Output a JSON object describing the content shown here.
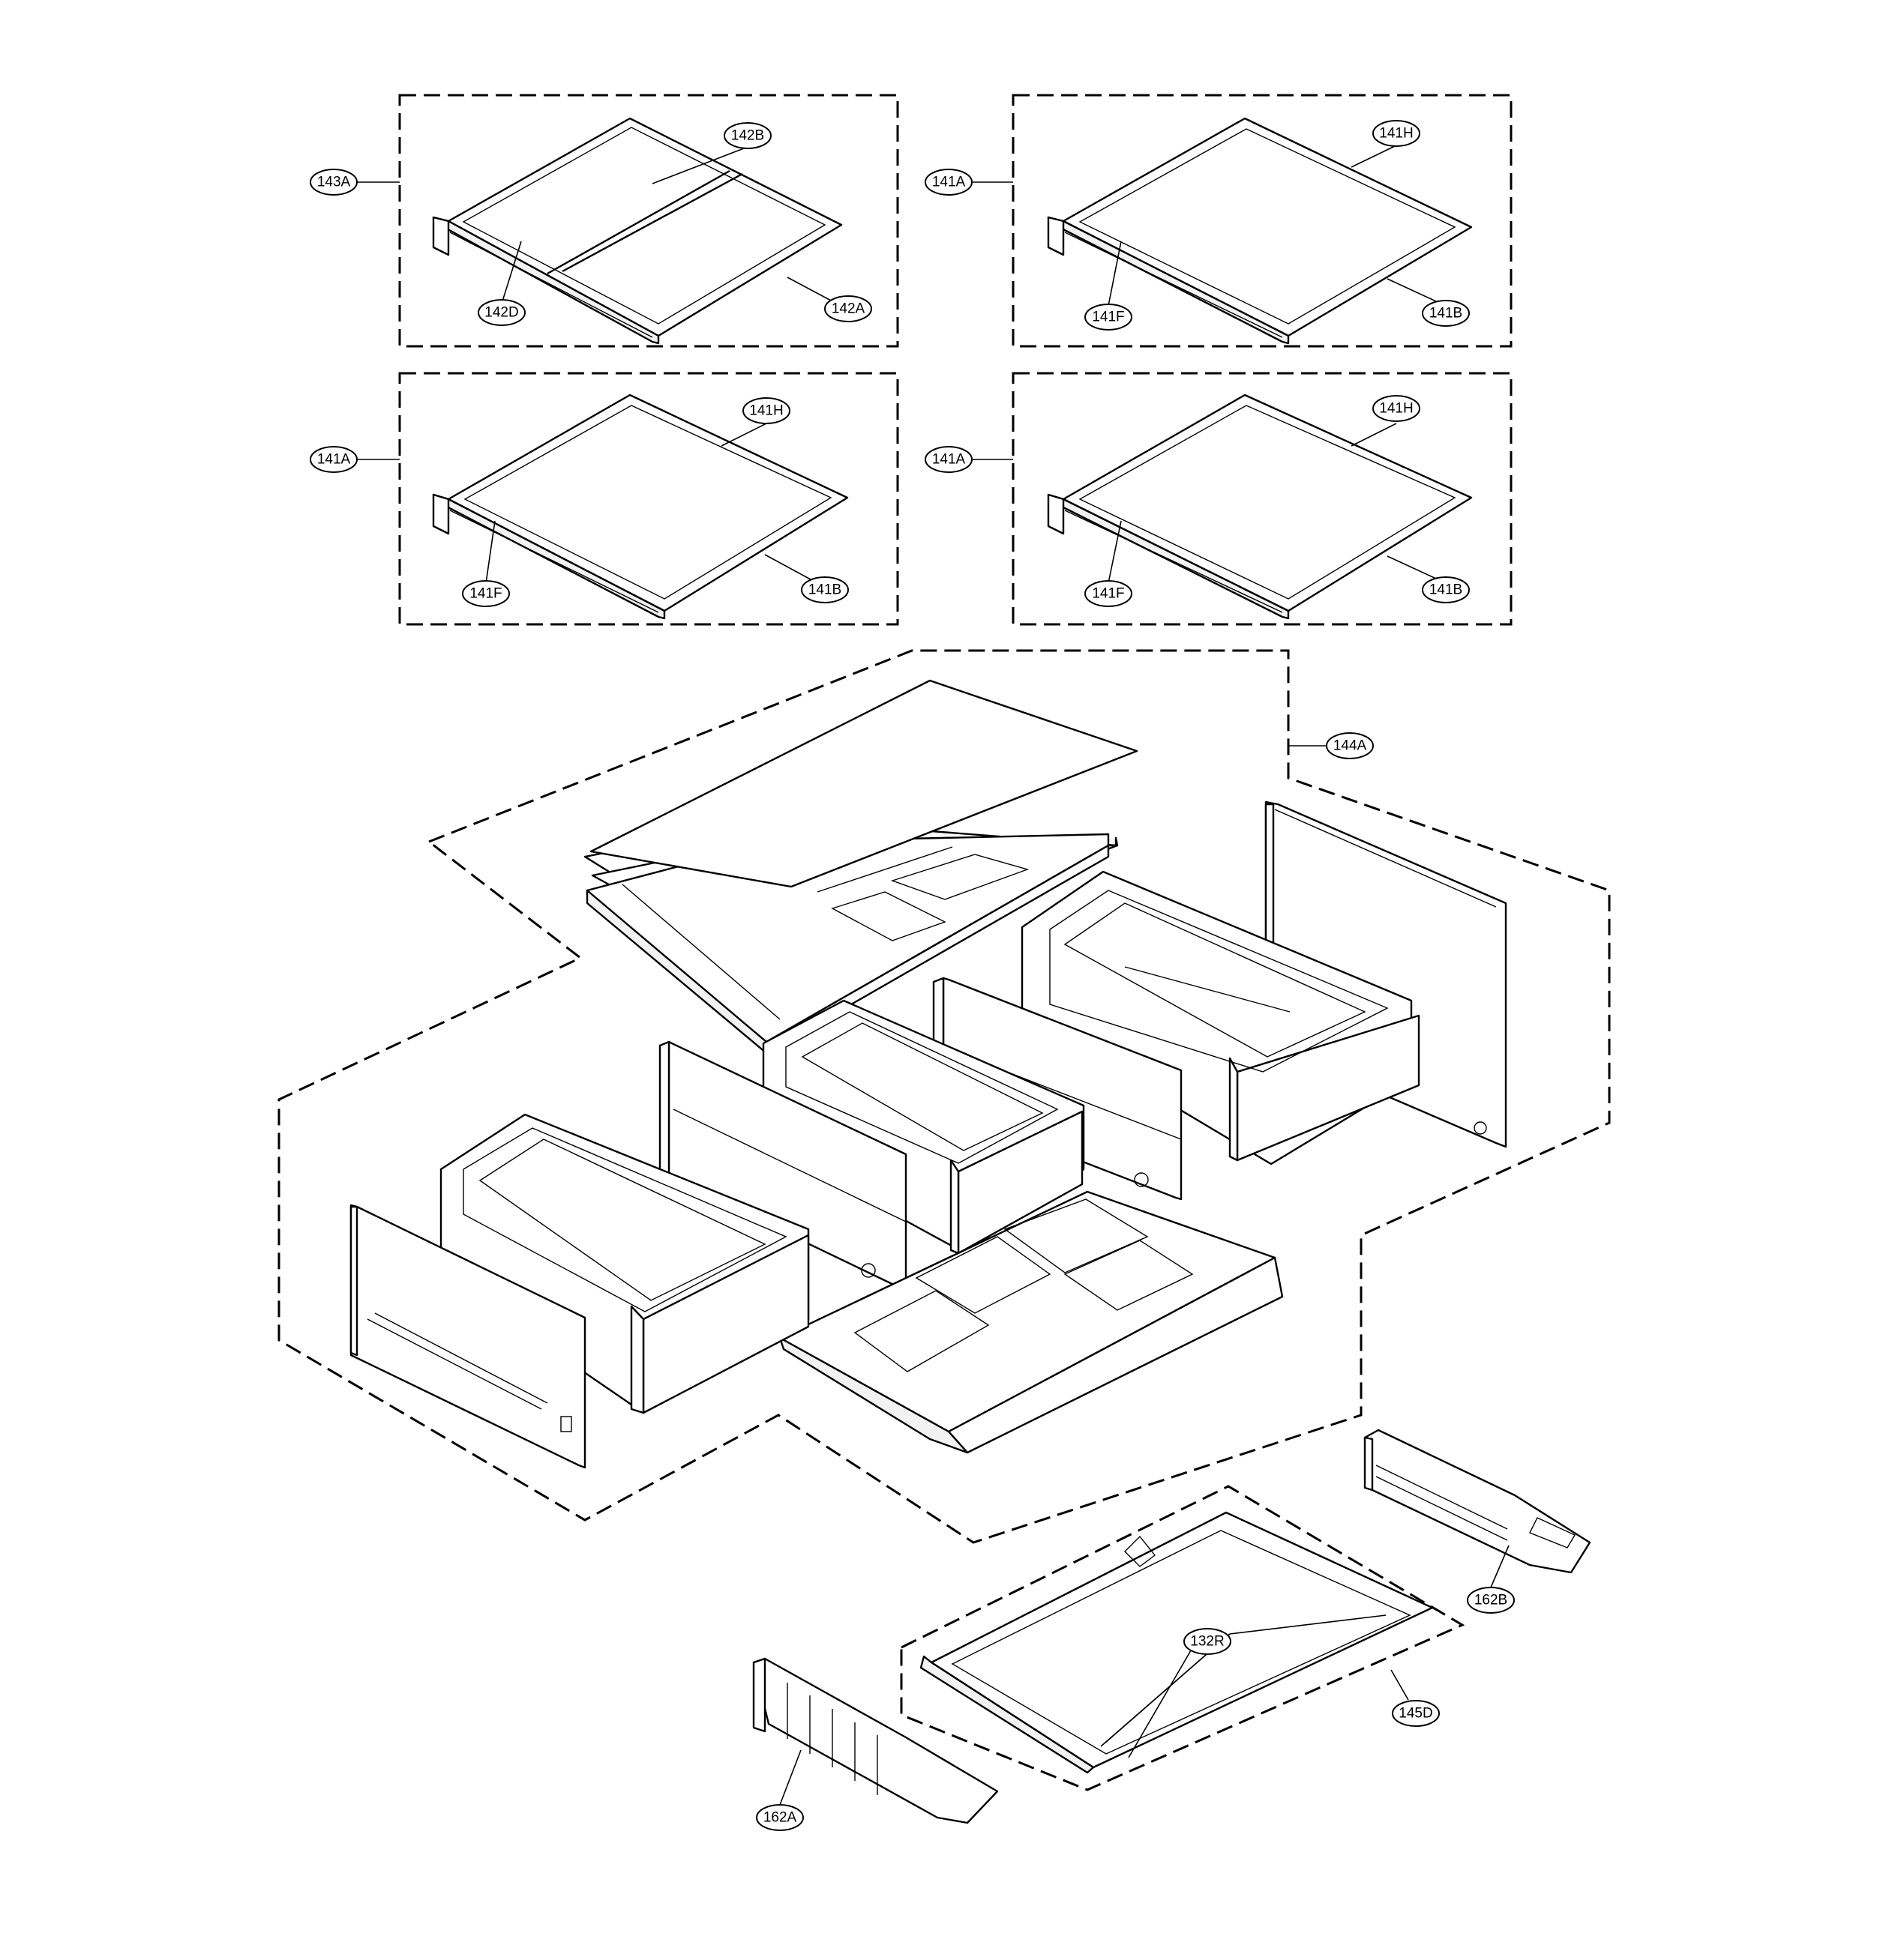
{
  "colors": {
    "line": "#000000",
    "background": "#ffffff"
  },
  "callouts": [
    {
      "id": "c-143A-a",
      "label": "143A"
    },
    {
      "id": "c-142B",
      "label": "142B"
    },
    {
      "id": "c-142D",
      "label": "142D"
    },
    {
      "id": "c-142A",
      "label": "142A"
    },
    {
      "id": "c-141A-b",
      "label": "141A"
    },
    {
      "id": "c-141H-b",
      "label": "141H"
    },
    {
      "id": "c-141F-b",
      "label": "141F"
    },
    {
      "id": "c-141B-b",
      "label": "141B"
    },
    {
      "id": "c-141A-c",
      "label": "141A"
    },
    {
      "id": "c-141H-c",
      "label": "141H"
    },
    {
      "id": "c-141F-c",
      "label": "141F"
    },
    {
      "id": "c-141B-c",
      "label": "141B"
    },
    {
      "id": "c-141A-d",
      "label": "141A"
    },
    {
      "id": "c-141H-d",
      "label": "141H"
    },
    {
      "id": "c-141F-d",
      "label": "141F"
    },
    {
      "id": "c-141B-d",
      "label": "141B"
    },
    {
      "id": "c-144A",
      "label": "144A"
    },
    {
      "id": "c-162B",
      "label": "162B"
    },
    {
      "id": "c-132R",
      "label": "132R"
    },
    {
      "id": "c-145D",
      "label": "145D"
    },
    {
      "id": "c-162A",
      "label": "162A"
    }
  ]
}
